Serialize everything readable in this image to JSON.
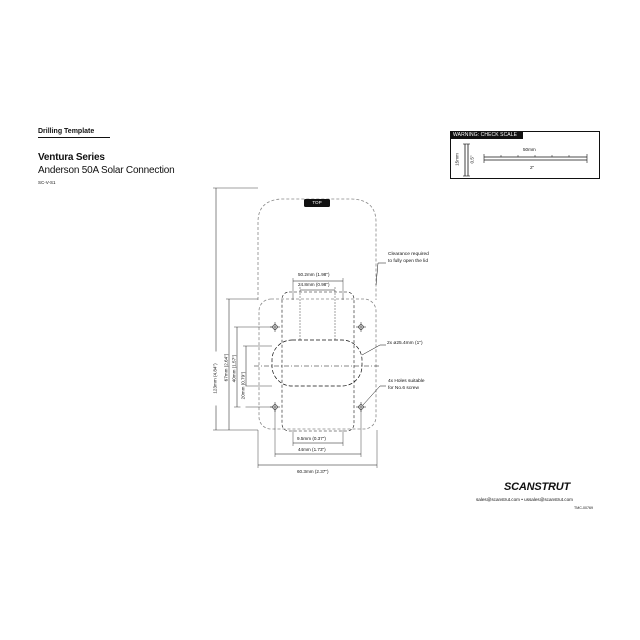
{
  "header": {
    "title": "Drilling Template",
    "series": "Ventura Series",
    "product": "Anderson 50A Solar Connection",
    "code": "SC-V-S1"
  },
  "scale_check": {
    "heading": "WARNING: CHECK SCALE",
    "label_15mm": "15mm",
    "label_half_inch": "0.5\"",
    "label_50mm": "50mm",
    "label_2in": "2\""
  },
  "drawing": {
    "top_label": "TOP",
    "dim_50_2": "50.2mm (1.98\")",
    "dim_24_8": "24.8mm (0.98\")",
    "dim_9_5": "9.5mm (0.37\")",
    "dim_44": "44mm (1.73\")",
    "dim_60_3": "60.3mm (2.37\")",
    "dim_123": "123mm (4.84\")",
    "dim_67": "67mm (2.64\")",
    "dim_40": "40mm (1.57\")",
    "dim_20": "20mm (0.79\")",
    "note_clearance_1": "Clearance required",
    "note_clearance_2": "to fully open the lid",
    "note_hole_1": "2x  ø25.4mm (1\")",
    "note_screw_1": "4x  Holes suitable",
    "note_screw_2": "for No.6 screw"
  },
  "footer": {
    "brand": "SCANSTRUT",
    "emails": "sales@scanstrut.com  •  ussales@scanstrut.com",
    "doc_code": "TMC-00769"
  },
  "colors": {
    "ink": "#111111",
    "paper": "#ffffff",
    "dash": "#888888"
  }
}
